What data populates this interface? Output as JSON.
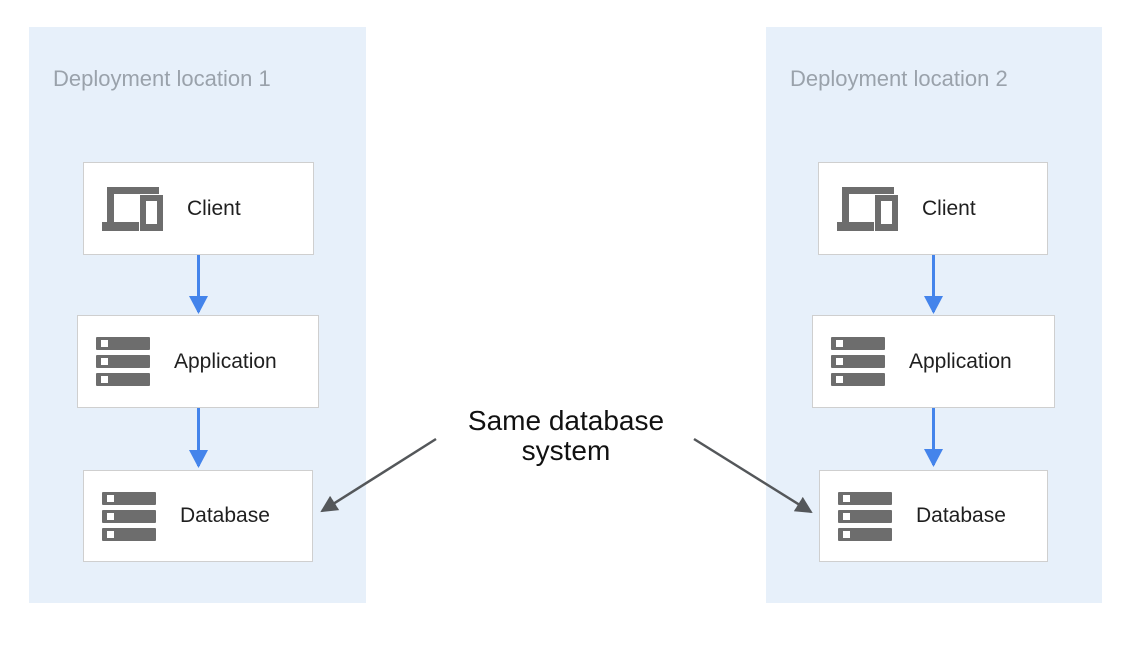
{
  "colors": {
    "panel_bg": "#e7f0fa",
    "box_bg": "#ffffff",
    "box_border": "#cfcfcf",
    "title_text": "#9aa2ab",
    "label_text": "#1f1f1f",
    "icon_gray": "#6d6d6d",
    "arrow_blue": "#4484eb",
    "arrow_gray": "#54575a",
    "annotation_text": "#111111"
  },
  "panels": [
    {
      "title": "Deployment location 1",
      "nodes": [
        {
          "label": "Client",
          "icon": "devices-icon"
        },
        {
          "label": "Application",
          "icon": "storage-icon"
        },
        {
          "label": "Database",
          "icon": "storage-icon"
        }
      ]
    },
    {
      "title": "Deployment location 2",
      "nodes": [
        {
          "label": "Client",
          "icon": "devices-icon"
        },
        {
          "label": "Application",
          "icon": "storage-icon"
        },
        {
          "label": "Database",
          "icon": "storage-icon"
        }
      ]
    }
  ],
  "annotation": {
    "line1": "Same database",
    "line2": "system"
  }
}
